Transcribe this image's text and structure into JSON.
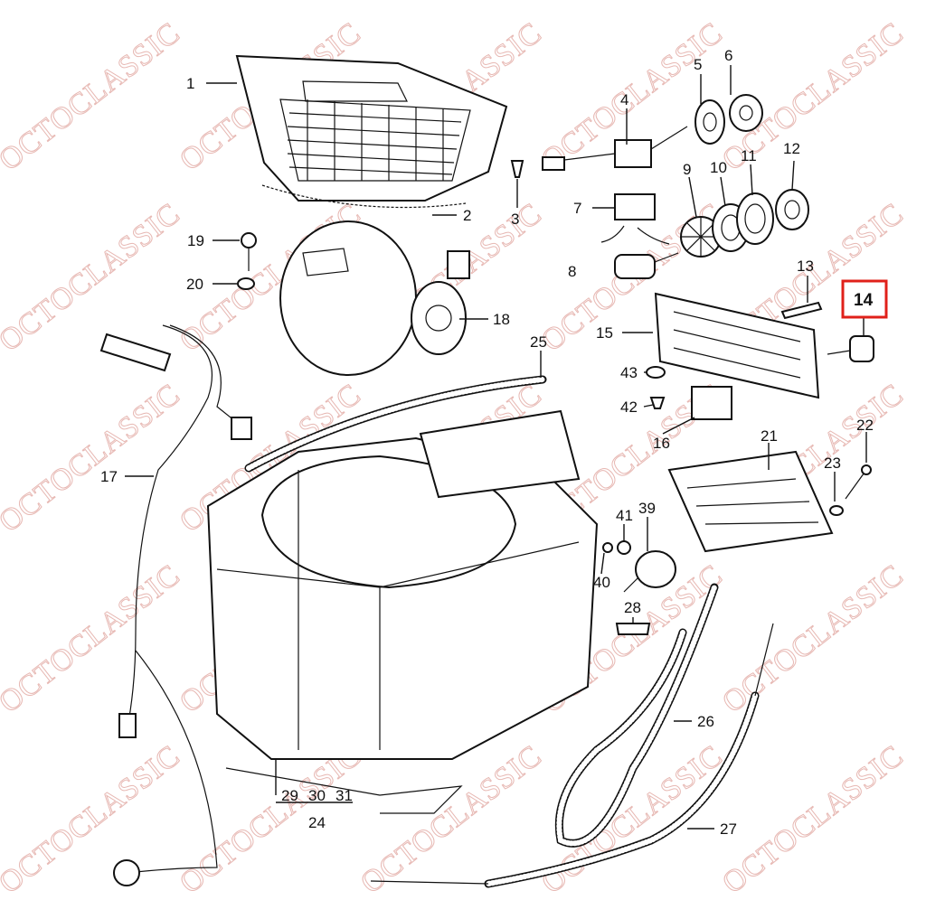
{
  "watermark": "OCTOCLASSIC",
  "highlight_color": "#e0201a",
  "highlighted_callout": "14",
  "callouts": [
    "1",
    "2",
    "3",
    "4",
    "5",
    "6",
    "7",
    "8",
    "9",
    "10",
    "11",
    "12",
    "13",
    "14",
    "15",
    "16",
    "17",
    "18",
    "19",
    "20",
    "21",
    "22",
    "23",
    "24",
    "25",
    "26",
    "27",
    "28",
    "29",
    "30",
    "31",
    "39",
    "40",
    "41",
    "42",
    "43"
  ]
}
